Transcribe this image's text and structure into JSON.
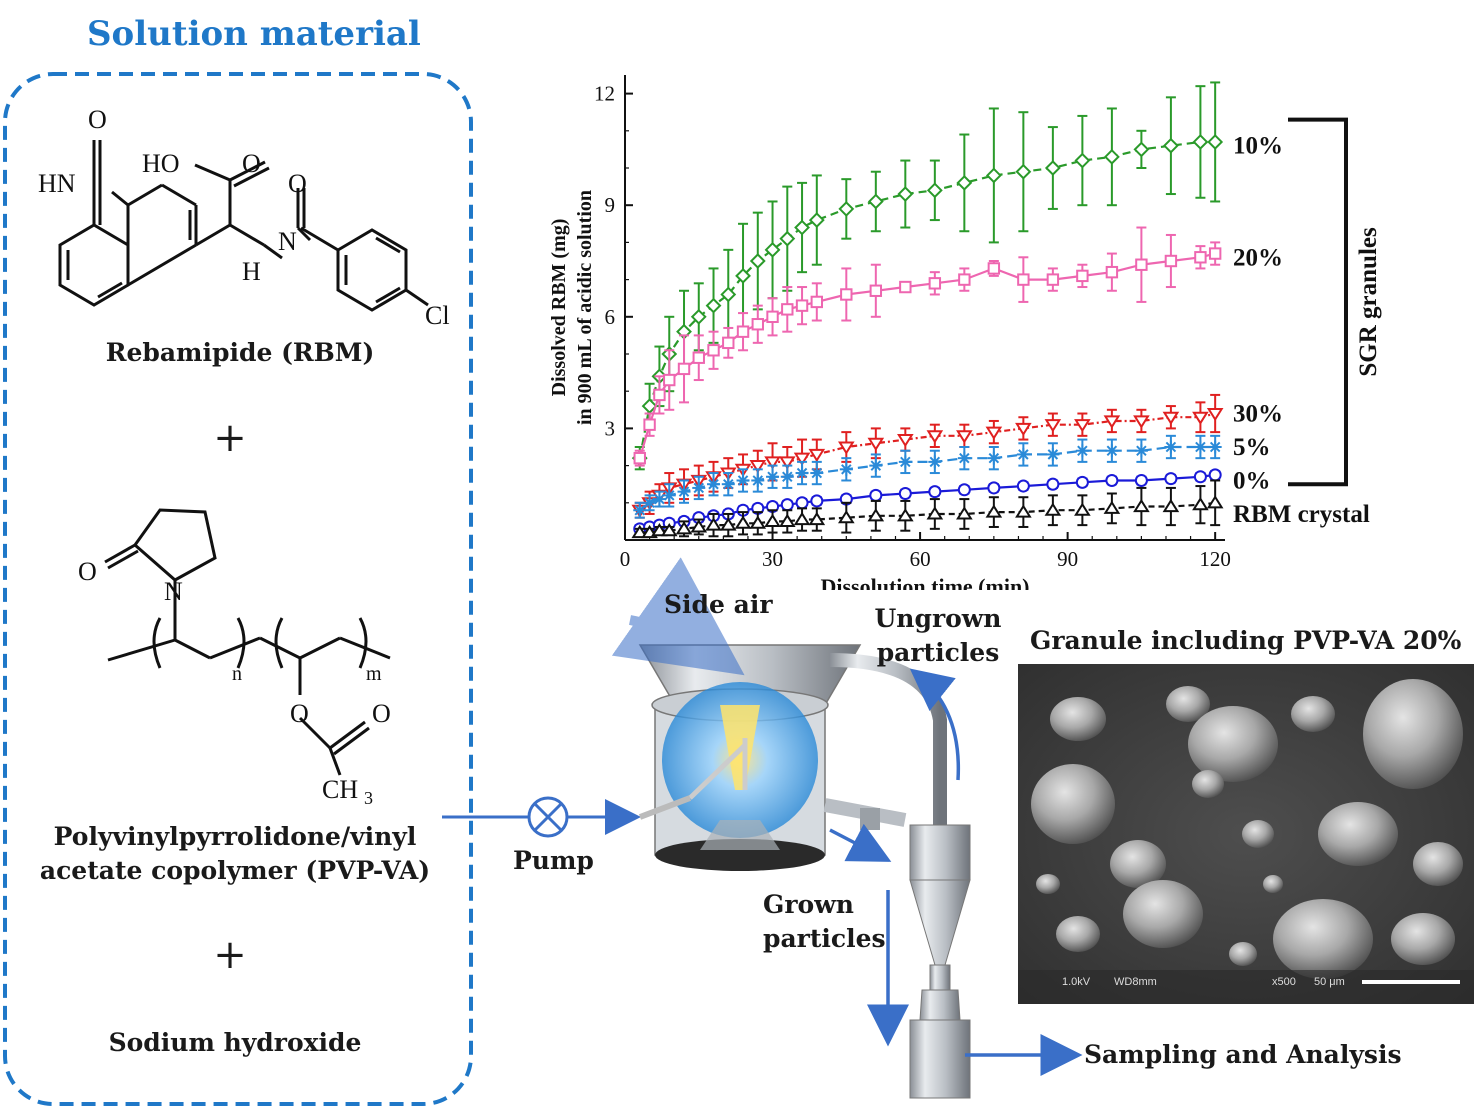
{
  "solution": {
    "title": "Solution material",
    "rbm_label": "Rebamipide (RBM)",
    "plus1": "+",
    "pvp_label_line1": "Polyvinylpyrrolidone/vinyl",
    "pvp_label_line2": "acetate copolymer (PVP-VA)",
    "plus2": "+",
    "naoh_label": "Sodium hydroxide",
    "rbm_atoms": {
      "o1": "O",
      "hn": "HN",
      "ho": "HO",
      "o2": "O",
      "o3": "O",
      "n": "N",
      "h": "H",
      "cl": "Cl"
    },
    "pvp_atoms": {
      "o1": "O",
      "n": "N",
      "n_sub": "n",
      "m_sub": "m",
      "o2": "O",
      "o3": "O",
      "ch": "CH",
      "ch_sub": "3"
    }
  },
  "process": {
    "pump": "Pump",
    "side_air": "Side air",
    "ungrown_line1": "Ungrown",
    "ungrown_line2": "particles",
    "grown_line1": "Grown",
    "grown_line2": "particles",
    "sampling": "Sampling and Analysis"
  },
  "sem": {
    "title": "Granule including PVP-VA 20%",
    "bar_kv": "1.0kV",
    "bar_wd": "WD8mm",
    "bar_mag": "x500",
    "bar_scale": "50 μm"
  },
  "chart_data": {
    "type": "line",
    "xlabel": "Dissolution time (min)",
    "ylabel_line1": "Dissolved RBM (mg)",
    "ylabel_line2": "in 900 mL of acidic solution",
    "xlim": [
      0,
      122
    ],
    "ylim": [
      0,
      12.5
    ],
    "xticks": [
      0,
      30,
      60,
      90,
      120
    ],
    "yticks": [
      3,
      6,
      9,
      12
    ],
    "bracket_label": "SGR granules",
    "series": [
      {
        "name": "10%",
        "color": "#2a9a2a",
        "marker": "diamond",
        "dash": "8,5",
        "x": [
          3,
          5,
          7,
          9,
          12,
          15,
          18,
          21,
          24,
          27,
          30,
          33,
          36,
          39,
          45,
          51,
          57,
          63,
          69,
          75,
          81,
          87,
          93,
          99,
          105,
          111,
          117,
          120
        ],
        "y": [
          2.2,
          3.6,
          4.4,
          5.0,
          5.6,
          6.0,
          6.3,
          6.6,
          7.1,
          7.5,
          7.8,
          8.1,
          8.4,
          8.6,
          8.9,
          9.1,
          9.3,
          9.4,
          9.6,
          9.8,
          9.9,
          10.0,
          10.2,
          10.3,
          10.5,
          10.6,
          10.7,
          10.7
        ],
        "err": [
          0.3,
          0.6,
          0.8,
          1.0,
          1.1,
          0.9,
          1.0,
          1.2,
          1.4,
          1.3,
          1.3,
          1.4,
          1.2,
          1.2,
          0.8,
          0.8,
          0.9,
          0.8,
          1.3,
          1.8,
          1.6,
          1.1,
          1.2,
          1.3,
          0.5,
          1.3,
          1.5,
          1.6
        ]
      },
      {
        "name": "20%",
        "color": "#ee66b0",
        "marker": "square",
        "dash": "",
        "x": [
          3,
          5,
          7,
          9,
          12,
          15,
          18,
          21,
          24,
          27,
          30,
          33,
          36,
          39,
          45,
          51,
          57,
          63,
          69,
          75,
          81,
          87,
          93,
          99,
          105,
          111,
          117,
          120
        ],
        "y": [
          2.2,
          3.1,
          3.9,
          4.3,
          4.6,
          4.9,
          5.1,
          5.3,
          5.6,
          5.8,
          6.0,
          6.2,
          6.3,
          6.4,
          6.6,
          6.7,
          6.8,
          6.9,
          7.0,
          7.3,
          7.0,
          7.0,
          7.1,
          7.2,
          7.4,
          7.5,
          7.6,
          7.7
        ],
        "err": [
          0.2,
          0.3,
          0.5,
          0.8,
          0.9,
          0.6,
          0.5,
          0.4,
          0.5,
          0.5,
          0.5,
          0.6,
          0.5,
          0.5,
          0.7,
          0.7,
          0.1,
          0.3,
          0.3,
          0.2,
          0.6,
          0.3,
          0.3,
          0.5,
          1.0,
          0.7,
          0.3,
          0.3
        ]
      },
      {
        "name": "30%",
        "color": "#e02020",
        "marker": "triangle-down",
        "dash": "6,3,2,3",
        "x": [
          3,
          5,
          7,
          9,
          12,
          15,
          18,
          21,
          24,
          27,
          30,
          33,
          36,
          39,
          45,
          51,
          57,
          63,
          69,
          75,
          81,
          87,
          93,
          99,
          105,
          111,
          117,
          120
        ],
        "y": [
          0.8,
          1.0,
          1.2,
          1.4,
          1.5,
          1.6,
          1.7,
          1.8,
          1.9,
          2.0,
          2.1,
          2.1,
          2.2,
          2.3,
          2.5,
          2.6,
          2.7,
          2.8,
          2.8,
          2.9,
          3.0,
          3.1,
          3.1,
          3.2,
          3.2,
          3.3,
          3.3,
          3.4
        ],
        "err": [
          0.2,
          0.3,
          0.3,
          0.4,
          0.4,
          0.4,
          0.4,
          0.4,
          0.4,
          0.4,
          0.5,
          0.4,
          0.5,
          0.4,
          0.4,
          0.4,
          0.3,
          0.3,
          0.3,
          0.3,
          0.3,
          0.3,
          0.3,
          0.3,
          0.3,
          0.3,
          0.4,
          0.5
        ]
      },
      {
        "name": "5%",
        "color": "#2a8ad8",
        "marker": "star",
        "dash": "10,5",
        "x": [
          3,
          5,
          7,
          9,
          12,
          15,
          18,
          21,
          24,
          27,
          30,
          33,
          36,
          39,
          45,
          51,
          57,
          63,
          69,
          75,
          81,
          87,
          93,
          99,
          105,
          111,
          117,
          120
        ],
        "y": [
          0.8,
          1.0,
          1.1,
          1.2,
          1.3,
          1.4,
          1.5,
          1.5,
          1.6,
          1.6,
          1.7,
          1.7,
          1.8,
          1.8,
          1.9,
          2.0,
          2.1,
          2.1,
          2.2,
          2.2,
          2.3,
          2.3,
          2.4,
          2.4,
          2.4,
          2.5,
          2.5,
          2.5
        ],
        "err": [
          0.2,
          0.2,
          0.2,
          0.3,
          0.3,
          0.3,
          0.3,
          0.3,
          0.3,
          0.3,
          0.3,
          0.3,
          0.3,
          0.3,
          0.3,
          0.3,
          0.3,
          0.3,
          0.3,
          0.3,
          0.3,
          0.3,
          0.3,
          0.3,
          0.3,
          0.3,
          0.3,
          0.3
        ]
      },
      {
        "name": "0%",
        "color": "#1a1ad8",
        "marker": "circle",
        "dash": "",
        "x": [
          3,
          5,
          7,
          9,
          12,
          15,
          18,
          21,
          24,
          27,
          30,
          33,
          36,
          39,
          45,
          51,
          57,
          63,
          69,
          75,
          81,
          87,
          93,
          99,
          105,
          111,
          117,
          120
        ],
        "y": [
          0.3,
          0.35,
          0.4,
          0.45,
          0.5,
          0.6,
          0.65,
          0.7,
          0.8,
          0.85,
          0.9,
          0.95,
          1.0,
          1.05,
          1.1,
          1.2,
          1.25,
          1.3,
          1.35,
          1.4,
          1.45,
          1.5,
          1.55,
          1.6,
          1.6,
          1.65,
          1.7,
          1.75
        ],
        "err": [
          0.1,
          0.1,
          0.1,
          0.1,
          0.1,
          0.1,
          0.1,
          0.1,
          0.1,
          0.1,
          0.1,
          0.1,
          0.1,
          0.1,
          0.1,
          0.1,
          0.1,
          0.1,
          0.1,
          0.1,
          0.1,
          0.1,
          0.1,
          0.1,
          0.1,
          0.1,
          0.1,
          0.1
        ]
      },
      {
        "name": "RBM crystal",
        "color": "#111111",
        "marker": "triangle-up",
        "dash": "6,4",
        "x": [
          3,
          5,
          7,
          9,
          12,
          15,
          18,
          21,
          24,
          27,
          30,
          33,
          36,
          39,
          45,
          51,
          57,
          63,
          69,
          75,
          81,
          87,
          93,
          99,
          105,
          111,
          117,
          120
        ],
        "y": [
          0.2,
          0.2,
          0.25,
          0.25,
          0.3,
          0.35,
          0.4,
          0.4,
          0.45,
          0.45,
          0.5,
          0.5,
          0.55,
          0.55,
          0.6,
          0.65,
          0.65,
          0.7,
          0.7,
          0.75,
          0.75,
          0.8,
          0.8,
          0.85,
          0.9,
          0.9,
          0.95,
          1.0
        ],
        "err": [
          0.1,
          0.1,
          0.1,
          0.1,
          0.2,
          0.2,
          0.3,
          0.3,
          0.3,
          0.3,
          0.3,
          0.3,
          0.3,
          0.3,
          0.4,
          0.4,
          0.4,
          0.4,
          0.4,
          0.4,
          0.4,
          0.4,
          0.4,
          0.4,
          0.5,
          0.5,
          0.5,
          0.6
        ]
      }
    ]
  }
}
